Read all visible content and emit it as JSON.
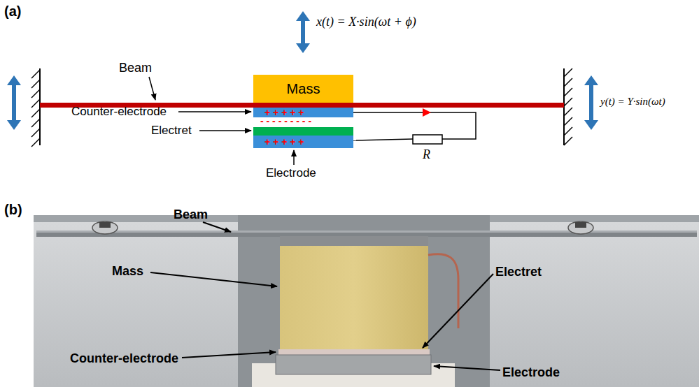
{
  "diagram": {
    "nodes": [
      {
        "text": [
          "Mass"
        ]
      }
    ],
    "labels": [
      "(a)",
      "Beam",
      "x(t) = X·sin(ωt + ϕ)",
      "y(t) = Y·sin(ωt)",
      "Counter-electrode",
      "Electret",
      "+ + + + +",
      "- - - - - - - - -",
      "+ + + + +",
      "Electrode",
      "R",
      "(b)",
      "Beam",
      "Mass",
      "Electret",
      "Counter-electrode",
      "Electrode"
    ]
  }
}
